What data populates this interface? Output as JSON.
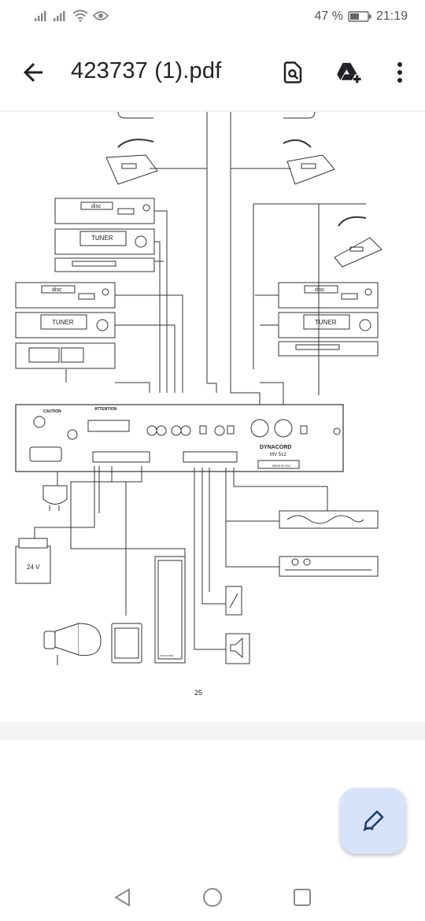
{
  "status": {
    "battery": "47 %",
    "time": "21:19"
  },
  "header": {
    "title": "423737 (1).pdf"
  },
  "diagram": {
    "disc": "disc",
    "tuner": "TUNER",
    "brand": "DYNACORD",
    "model": "MV 512",
    "attention": "ATTENTION",
    "caution": "CAUTION",
    "battery_label": "24 V",
    "amp_label": "DYNACORD",
    "made_in": "MADE IN USA",
    "page_number": "25"
  }
}
